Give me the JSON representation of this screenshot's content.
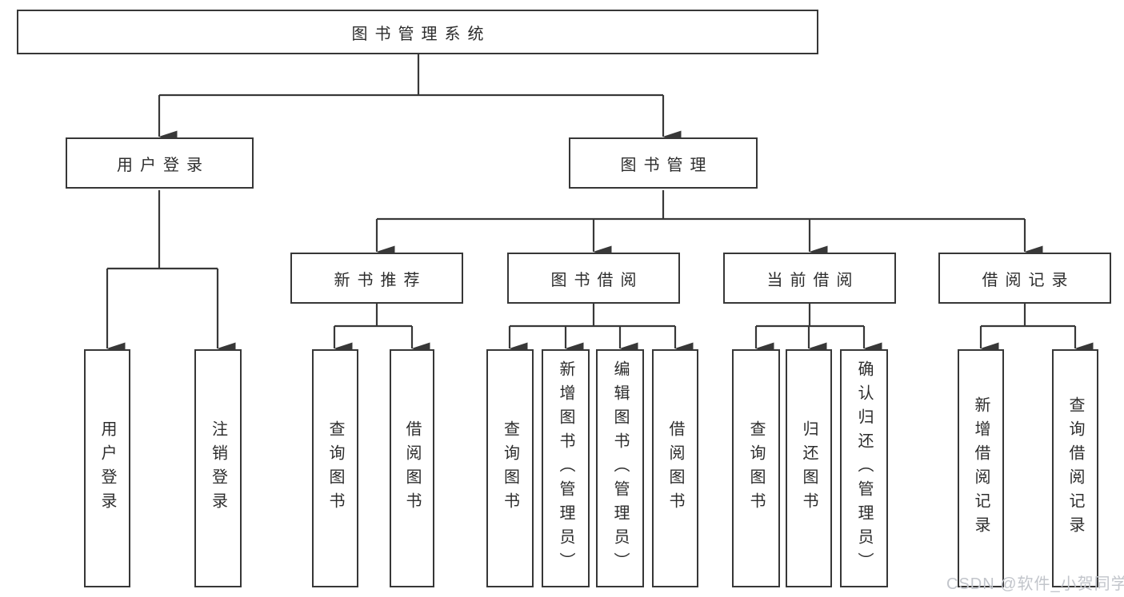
{
  "diagram": {
    "title": "图书管理系统",
    "level2": {
      "user_login": "用户登录",
      "book_management": "图书管理"
    },
    "user_login_children": [
      "用户登录",
      "注销登录"
    ],
    "modules": [
      "新书推荐",
      "图书借阅",
      "当前借阅",
      "借阅记录"
    ],
    "new_book_children": [
      "查询图书",
      "借阅图书"
    ],
    "book_borrow_children": [
      "查询图书",
      "新增图书（管理员）",
      "编辑图书（管理员）",
      "借阅图书"
    ],
    "current_borrow_children": [
      "查询图书",
      "归还图书",
      "确认归还（管理员）"
    ],
    "borrow_record_children": [
      "新增借阅记录",
      "查询借阅记录"
    ]
  },
  "watermark": {
    "text": "CSDN @软件_小贺同学",
    "color": "#c2c5cb"
  },
  "colors": {
    "line": "#383838",
    "text": "#2d2d2d",
    "background": "#ffffff"
  }
}
